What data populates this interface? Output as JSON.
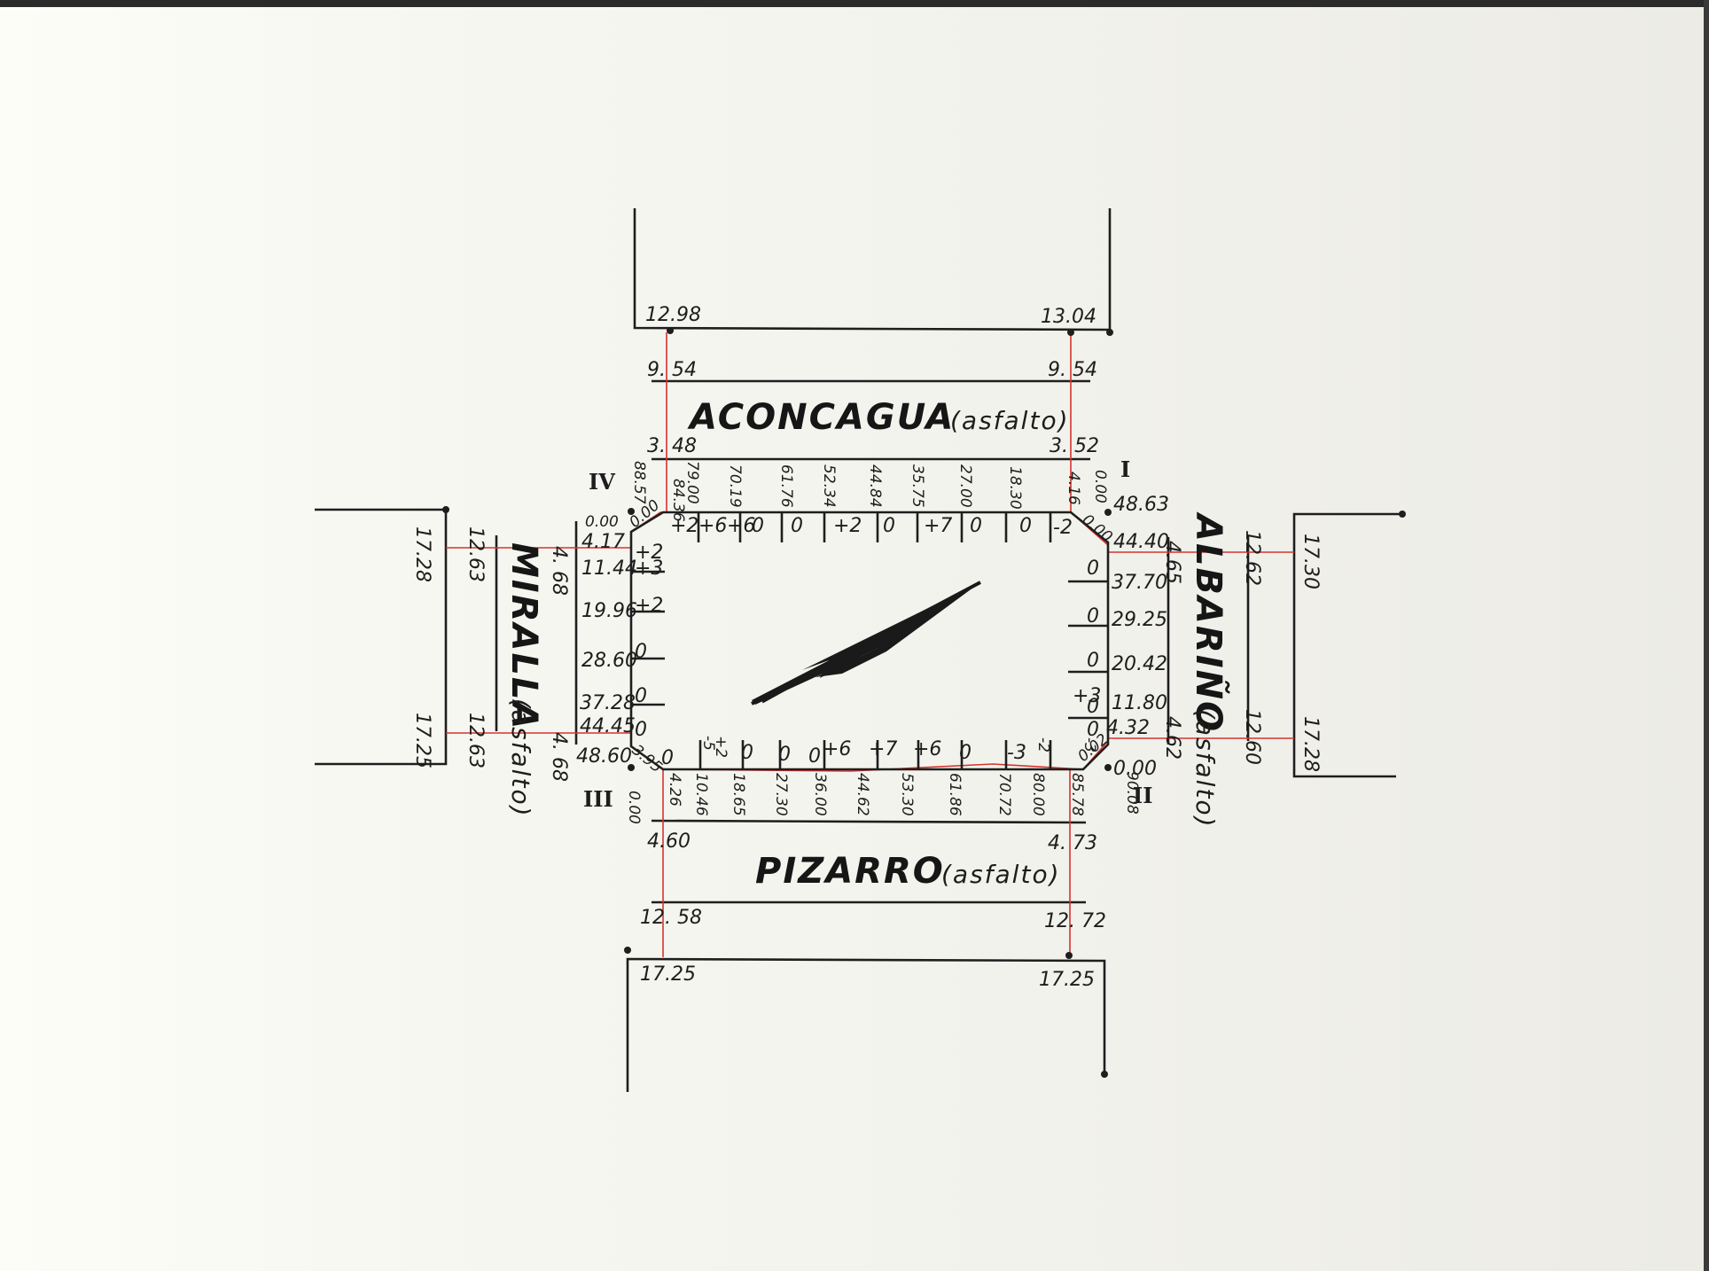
{
  "streets": {
    "north": {
      "name": "ACONCAGUA",
      "surface": "(asfalto)"
    },
    "south": {
      "name": "PIZARRO",
      "surface": "(asfalto)"
    },
    "west": {
      "name": "MIRALLA",
      "surface": "(asfalto)"
    },
    "east": {
      "name": "ALBARIÑO",
      "surface": "(asfalto)"
    }
  },
  "corners": {
    "I": "I",
    "II": "II",
    "III": "III",
    "IV": "IV"
  },
  "north": {
    "building_line_left": "12.98",
    "building_line_right": "13.04",
    "curb_left": "9. 54",
    "curb_right": "9. 54",
    "near_curb_left": "3. 48",
    "near_curb_right": "3. 52",
    "stations": [
      "88.57",
      "84.36",
      "79.00",
      "70.19",
      "61.76",
      "52.34",
      "44.84",
      "35.75",
      "27.00",
      "18.30",
      "4.16",
      "0.00",
      "48.63"
    ],
    "levels": [
      "+2",
      "+6",
      "+6",
      "0",
      "0",
      "+2",
      "0",
      "+7",
      "0",
      "0",
      "-2"
    ]
  },
  "south": {
    "building_line_left": "17.25",
    "building_line_right": "17.25",
    "curb_left": "12. 58",
    "curb_right": "12. 72",
    "near_curb_left": "4.60",
    "near_curb_right": "4. 73",
    "stations": [
      "0.00",
      "4.26",
      "10.46",
      "18.65",
      "27.30",
      "36.00",
      "44.62",
      "53.30",
      "61.86",
      "70.72",
      "80.00",
      "85.78",
      "90.08"
    ],
    "levels": [
      "0",
      "-5",
      "+2",
      "0",
      "0",
      "0",
      "+6",
      "+7",
      "+6",
      "0",
      "-3",
      "-2",
      "-3"
    ]
  },
  "west": {
    "building_line_top": "17.28",
    "building_line_bottom": "17.25",
    "curb_top": "12.63",
    "curb_bottom": "12.63",
    "near_curb_top": "4. 68",
    "near_curb_bottom": "4. 68",
    "stations": [
      "0.00",
      "4.17",
      "11.44",
      "19.96",
      "28.60",
      "37.28",
      "44.45",
      "48.60"
    ],
    "levels": [
      "+2",
      "+3",
      "+2",
      "0",
      "0",
      "0"
    ],
    "chamfer_top": "0.00",
    "chamfer_bottom": "3.95"
  },
  "east": {
    "building_line_top": "17.30",
    "building_line_bottom": "17.28",
    "curb_top": "12.62",
    "curb_bottom": "12.60",
    "near_curb_top": "4.65",
    "near_curb_bottom": "4.62",
    "stations": [
      "44.40",
      "37.70",
      "29.25",
      "20.42",
      "11.80",
      "4.32",
      "0.00"
    ],
    "levels": [
      "0",
      "0",
      "0",
      "0",
      "+3",
      "0"
    ],
    "chamfer_top": "0.00",
    "chamfer_bottom": "0.02"
  }
}
